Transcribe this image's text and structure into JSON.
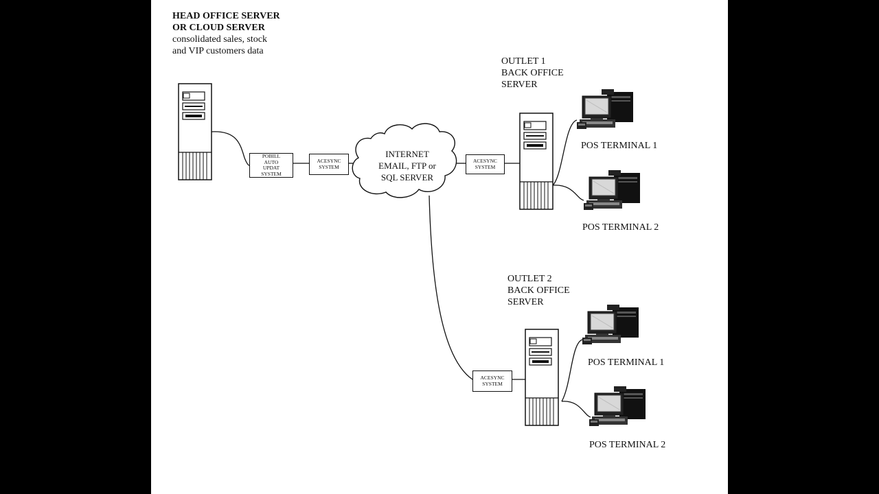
{
  "head_office": {
    "title_line1": "HEAD OFFICE SERVER",
    "title_line2": "OR CLOUD SERVER",
    "desc_line1": "consolidated sales, stock",
    "desc_line2": "and VIP customers data"
  },
  "pobill_box": {
    "line1": "POBILL",
    "line2": "AUTO",
    "line3": "UPDAT",
    "line4": "SYSTEM"
  },
  "acesync_box_1": {
    "line1": "ACESYNC",
    "line2": "SYSTEM"
  },
  "cloud": {
    "line1": "INTERNET",
    "line2": "EMAIL, FTP or",
    "line3": "SQL SERVER"
  },
  "outlet1": {
    "line1": "OUTLET 1",
    "line2": "BACK OFFICE",
    "line3": "SERVER",
    "acesync": {
      "line1": "ACESYNC",
      "line2": "SYSTEM"
    },
    "terminal1": "POS TERMINAL 1",
    "terminal2": "POS TERMINAL 2"
  },
  "outlet2": {
    "line1": "OUTLET 2",
    "line2": "BACK OFFICE",
    "line3": "SERVER",
    "acesync": {
      "line1": "ACESYNC",
      "line2": "SYSTEM"
    },
    "terminal1": "POS TERMINAL 1",
    "terminal2": "POS TERMINAL 2"
  }
}
